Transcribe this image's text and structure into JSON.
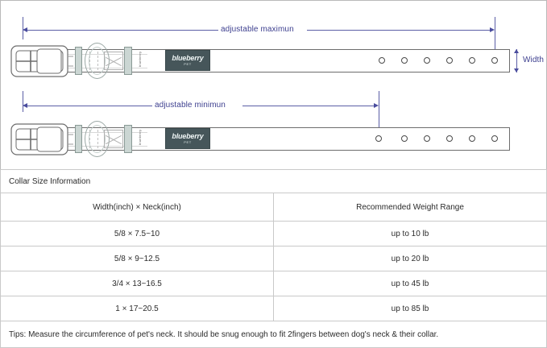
{
  "diagram": {
    "max_label": "adjustable maximun",
    "min_label": "adjustable minimun",
    "width_label": "Width",
    "patch": {
      "brand": "blueberry",
      "sub": "PET"
    },
    "rib_text": "blueberry",
    "max_holes": 6,
    "min_holes": 6,
    "accent_color": "#4a4d9e",
    "patch_color": "#46565a",
    "hardware_color": "#cbd6d3"
  },
  "table": {
    "caption": "Collar Size Information",
    "columns": [
      "Width(inch)  ×  Neck(inch)",
      "Recommended Weight Range"
    ],
    "rows": [
      {
        "size": "5/8 × 7.5~10",
        "weight": "up to 10 lb"
      },
      {
        "size": "5/8 × 9~12.5",
        "weight": "up to 20 lb"
      },
      {
        "size": "3/4 × 13~16.5",
        "weight": "up to 45 lb"
      },
      {
        "size": "1 × 17~20.5",
        "weight": "up to 85 lb"
      }
    ],
    "tips": "Tips: Measure the circumference of pet's neck. It should be snug enough to fit 2fingers between dog's neck & their collar."
  }
}
